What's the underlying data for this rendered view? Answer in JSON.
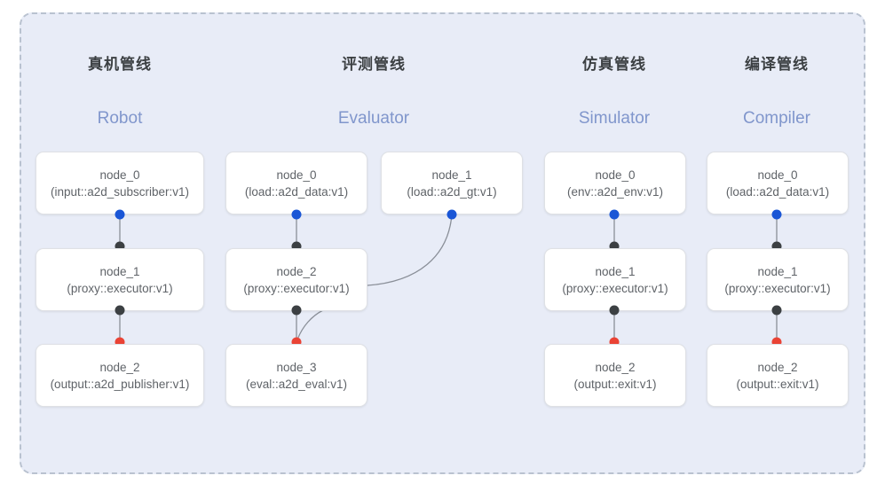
{
  "diagram": {
    "frame_style": "dashed",
    "background_color": "#e8ecf7",
    "border_color": "#b9c2d0"
  },
  "colors": {
    "title": "#3c4043",
    "subtitle": "#8096cc",
    "node_text": "#5f6368",
    "port_source": "#1a56d6",
    "port_sink": "#ea4335",
    "port_target": "#3c4043",
    "edge": "#8a8f98"
  },
  "columns": [
    {
      "title": "真机管线",
      "subtitle": "Robot",
      "nodes": [
        {
          "id": "node_0",
          "type": "(input::a2d_subscriber:v1)"
        },
        {
          "id": "node_1",
          "type": "(proxy::executor:v1)"
        },
        {
          "id": "node_2",
          "type": "(output::a2d_publisher:v1)"
        }
      ]
    },
    {
      "title": "评测管线",
      "subtitle": "Evaluator",
      "nodes": [
        {
          "id": "node_0",
          "type": "(load::a2d_data:v1)"
        },
        {
          "id": "node_1",
          "type": "(load::a2d_gt:v1)"
        },
        {
          "id": "node_2",
          "type": "(proxy::executor:v1)"
        },
        {
          "id": "node_3",
          "type": "(eval::a2d_eval:v1)"
        }
      ]
    },
    {
      "title": "仿真管线",
      "subtitle": "Simulator",
      "nodes": [
        {
          "id": "node_0",
          "type": "(env::a2d_env:v1)"
        },
        {
          "id": "node_1",
          "type": "(proxy::executor:v1)"
        },
        {
          "id": "node_2",
          "type": "(output::exit:v1)"
        }
      ]
    },
    {
      "title": "编译管线",
      "subtitle": "Compiler",
      "nodes": [
        {
          "id": "node_0",
          "type": "(load::a2d_data:v1)"
        },
        {
          "id": "node_1",
          "type": "(proxy::executor:v1)"
        },
        {
          "id": "node_2",
          "type": "(output::exit:v1)"
        }
      ]
    }
  ]
}
